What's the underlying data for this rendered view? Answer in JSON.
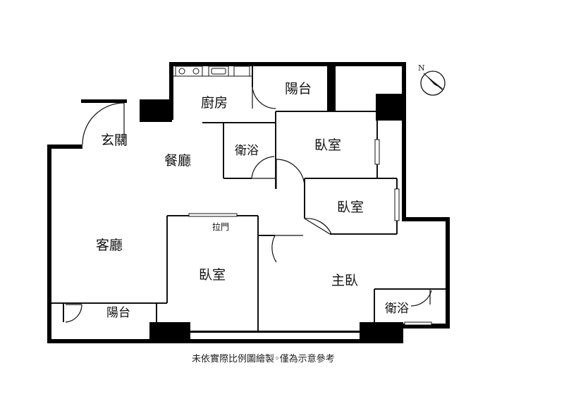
{
  "floorplan": {
    "rooms": {
      "entrance": "玄關",
      "dining": "餐廳",
      "kitchen": "廚房",
      "balcony_top": "陽台",
      "bath_left": "衛浴",
      "bedroom_upper": "臥室",
      "bedroom_middle": "臥室",
      "living": "客廳",
      "bedroom_lower": "臥室",
      "master": "主臥",
      "bath_master": "衛浴",
      "balcony_bottom": "陽台"
    },
    "sliding_door_label": "拉門",
    "compass_label": "N",
    "disclaimer": "未依實際比例圖繪製◦僅為示意參考"
  },
  "colors": {
    "wall": "#000000",
    "thin_wall": "#1a1a1a",
    "background": "#ffffff"
  }
}
